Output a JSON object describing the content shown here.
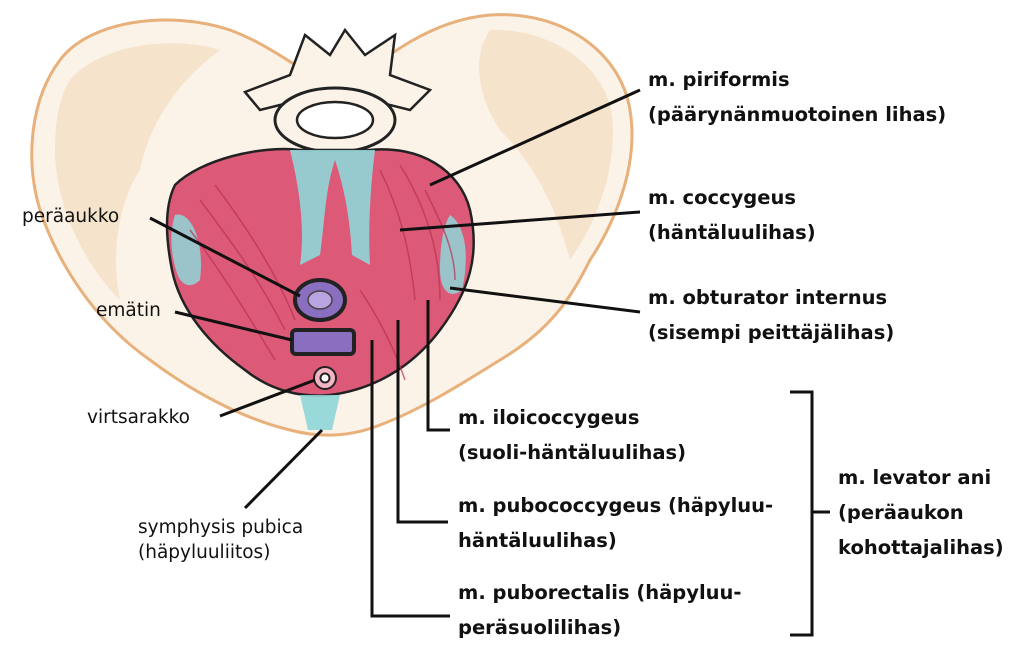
{
  "labels": {
    "piriformis": {
      "line1": "m. piriformis",
      "line2": "(päärynänmuotoinen lihas)"
    },
    "coccygeus": {
      "line1": "m. coccygeus",
      "line2": "(häntäluulihas)"
    },
    "obturator": {
      "line1": "m. obturator internus",
      "line2": "(sisempi peittäjälihas)"
    },
    "iliococcygeus": {
      "line1": "m. iloicoccygeus",
      "line2": "(suoli-häntäluulihas)"
    },
    "pubococcygeus": {
      "line1": "m. pubococcygeus (häpyluu-",
      "line2": "häntäluulihas)"
    },
    "puborectalis": {
      "line1": "m. puborectalis (häpyluu-",
      "line2": "peräsuolilihas)"
    },
    "levator": {
      "line1": "m. levator ani",
      "line2": "(peräaukon",
      "line3": "kohottajalihas)"
    },
    "peraaukko": "peräaukko",
    "ematin": "emätin",
    "virtsarakko": "virtsarakko",
    "symphysis": {
      "line1": "symphysis pubica",
      "line2": "(häpyluuliitos)"
    }
  },
  "colors": {
    "bone_fill": "#fbf3e8",
    "bone_edge": "#e8b07a",
    "muscle": "#dc5a78",
    "muscle_dark": "#b83050",
    "tendon": "#8fd6d8",
    "organ_purple": "#8a6ec0",
    "ink": "#111111"
  }
}
